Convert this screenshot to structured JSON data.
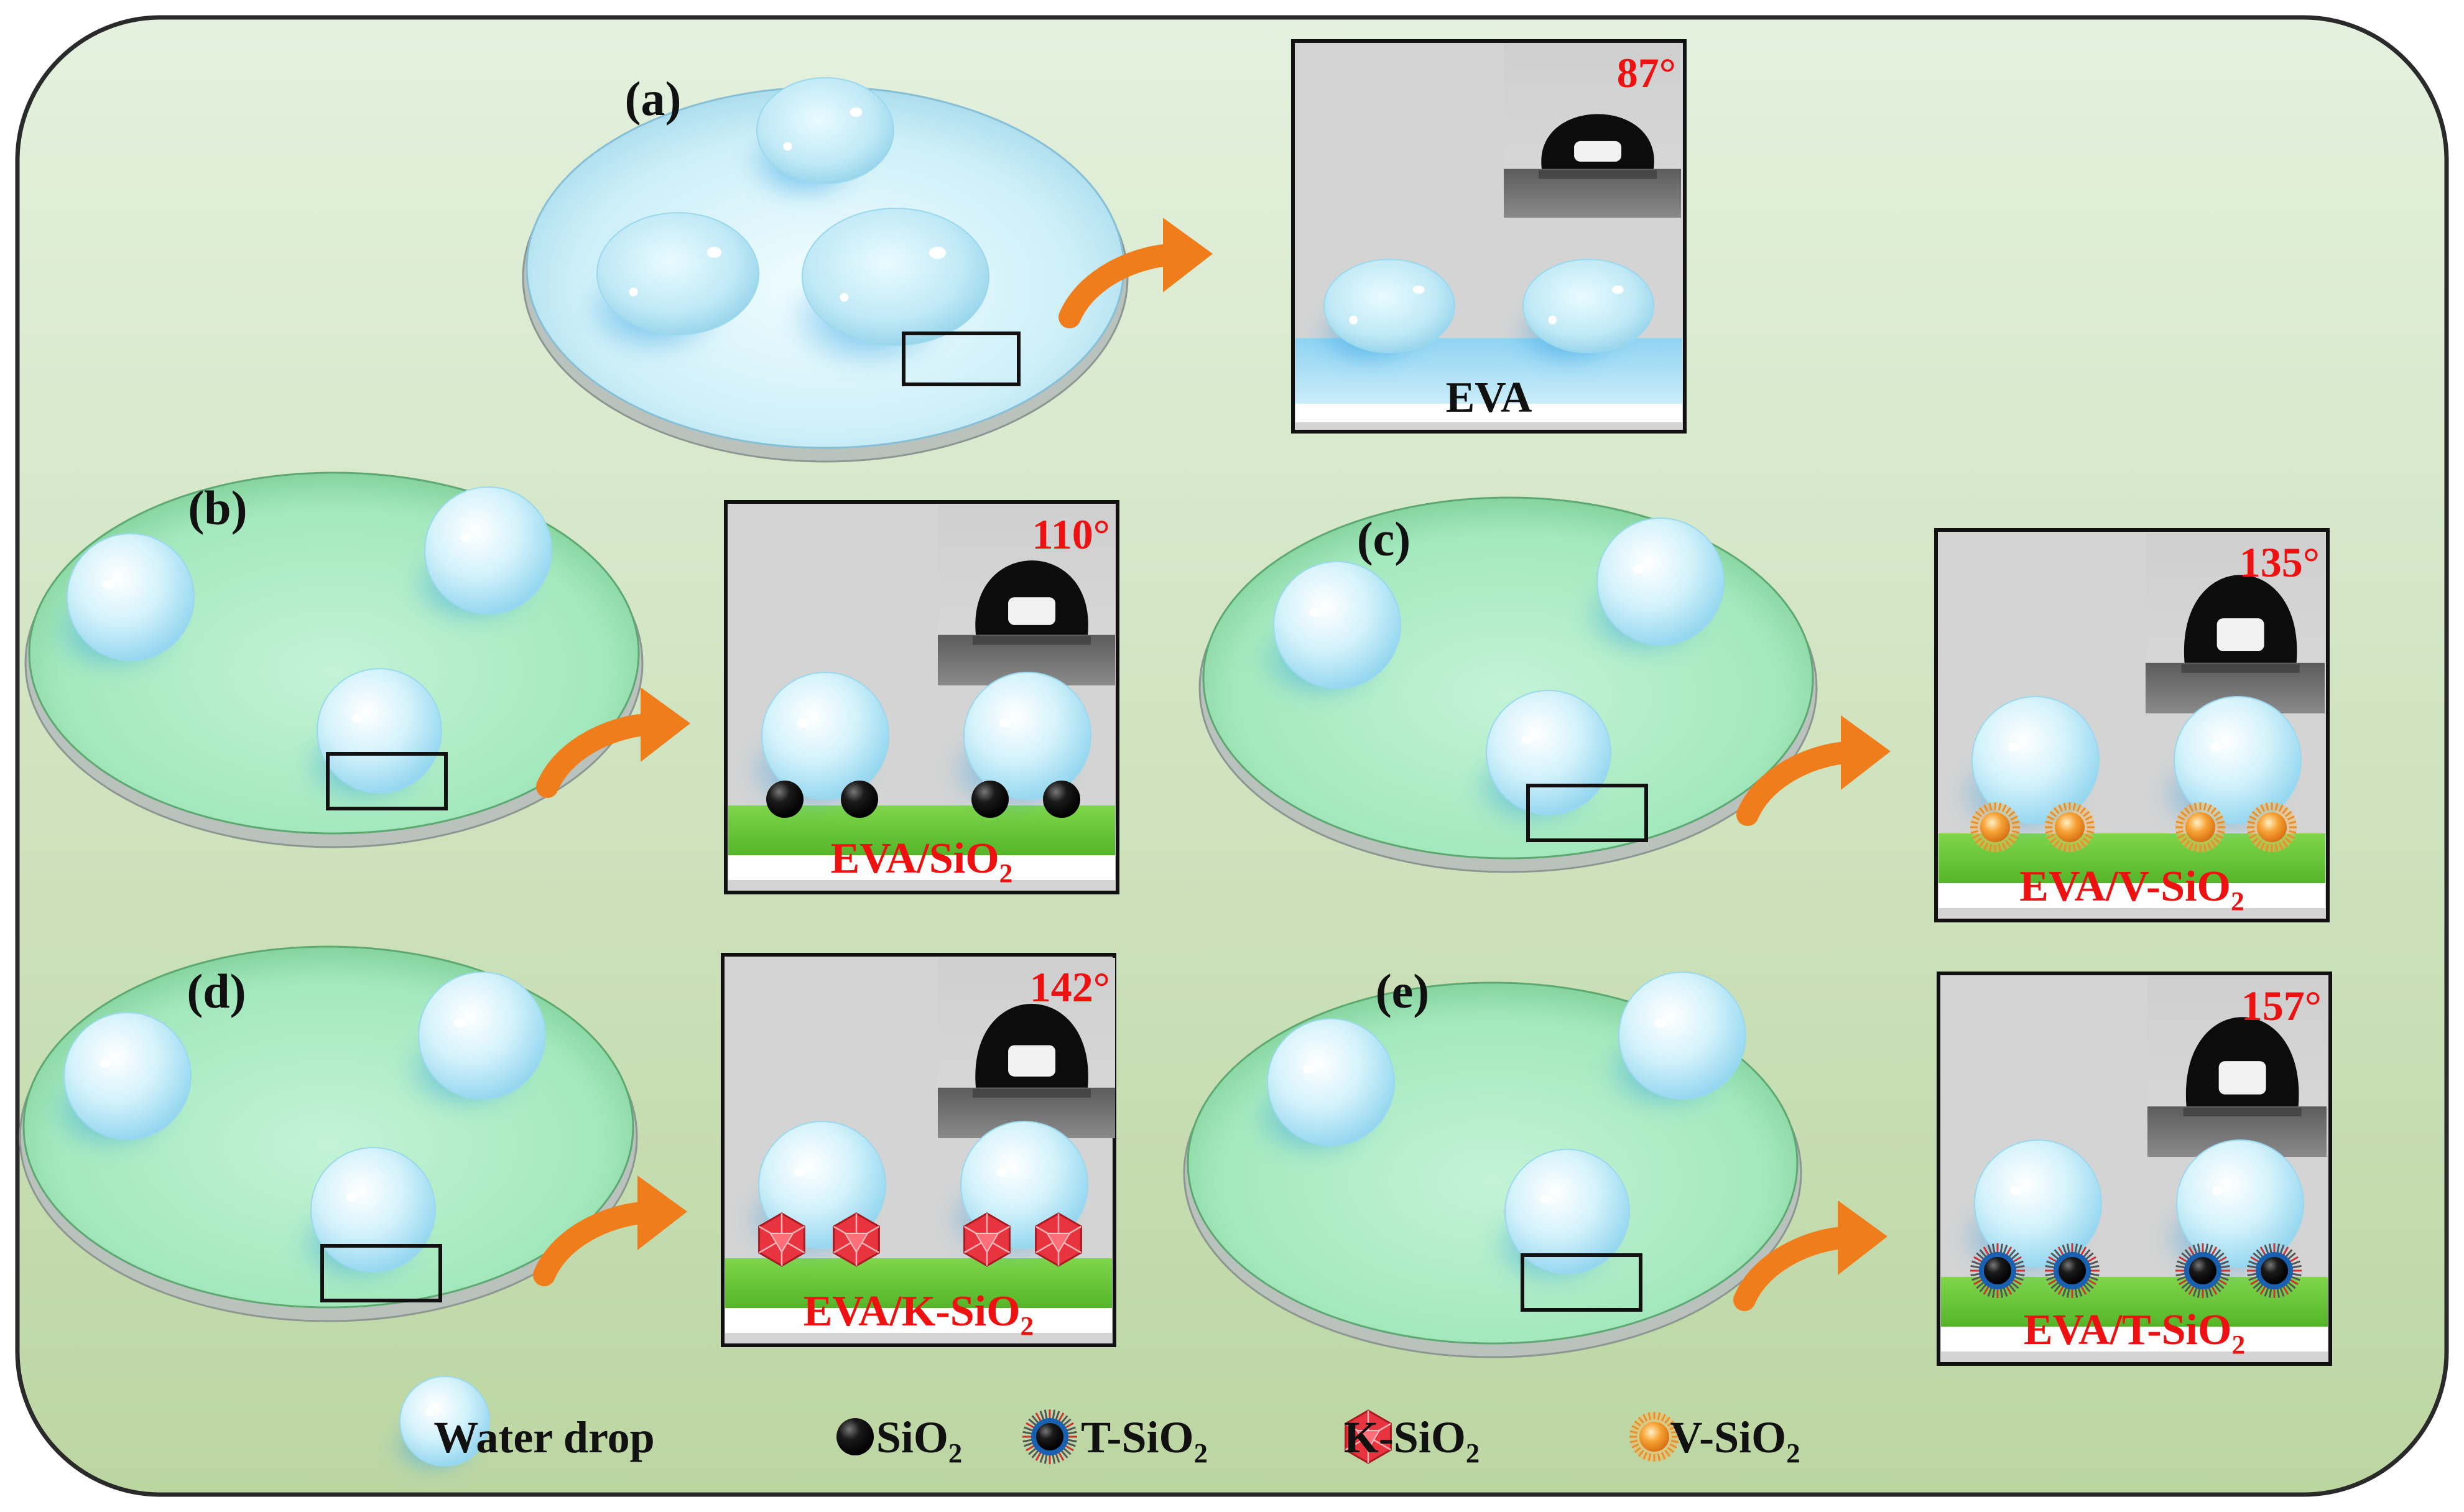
{
  "panels": [
    {
      "id": "a",
      "label": "(a)",
      "angle": "87°",
      "material": "EVA",
      "sub": "",
      "particle": "none"
    },
    {
      "id": "b",
      "label": "(b)",
      "angle": "110°",
      "material": "EVA/SiO",
      "sub": "2",
      "particle": "sio2"
    },
    {
      "id": "c",
      "label": "(c)",
      "angle": "135°",
      "material": "EVA/V-SiO",
      "sub": "2",
      "particle": "vsio2"
    },
    {
      "id": "d",
      "label": "(d)",
      "angle": "142°",
      "material": "EVA/K-SiO",
      "sub": "2",
      "particle": "ksio2"
    },
    {
      "id": "e",
      "label": "(e)",
      "angle": "157°",
      "material": "EVA/T-SiO",
      "sub": "2",
      "particle": "tsio2"
    }
  ],
  "legend": [
    {
      "key": "water",
      "text": "Water drop",
      "sub": ""
    },
    {
      "key": "sio2",
      "text": "SiO",
      "sub": "2"
    },
    {
      "key": "tsio2",
      "text": "T-SiO",
      "sub": "2"
    },
    {
      "key": "ksio2",
      "text": "K-SiO",
      "sub": "2"
    },
    {
      "key": "vsio2",
      "text": "V-SiO",
      "sub": "2"
    }
  ],
  "colors": {
    "frame_bg_top": "#e3f0dc",
    "frame_bg_bottom": "#bfd7a6",
    "disc_plain": "#d9f6fb",
    "disc_green": "#a9ecc4",
    "substrate_green": "#6fcf3a",
    "arrow": "#f07d1c",
    "angle_text": "#ee1111",
    "material_text_red": "#ee1111",
    "material_text_black": "#111111",
    "drop": "#b9ecf8",
    "ksio2": "#e8343e",
    "vsio2": "#f39a2a",
    "tsio2_core": "#1a60b0"
  }
}
